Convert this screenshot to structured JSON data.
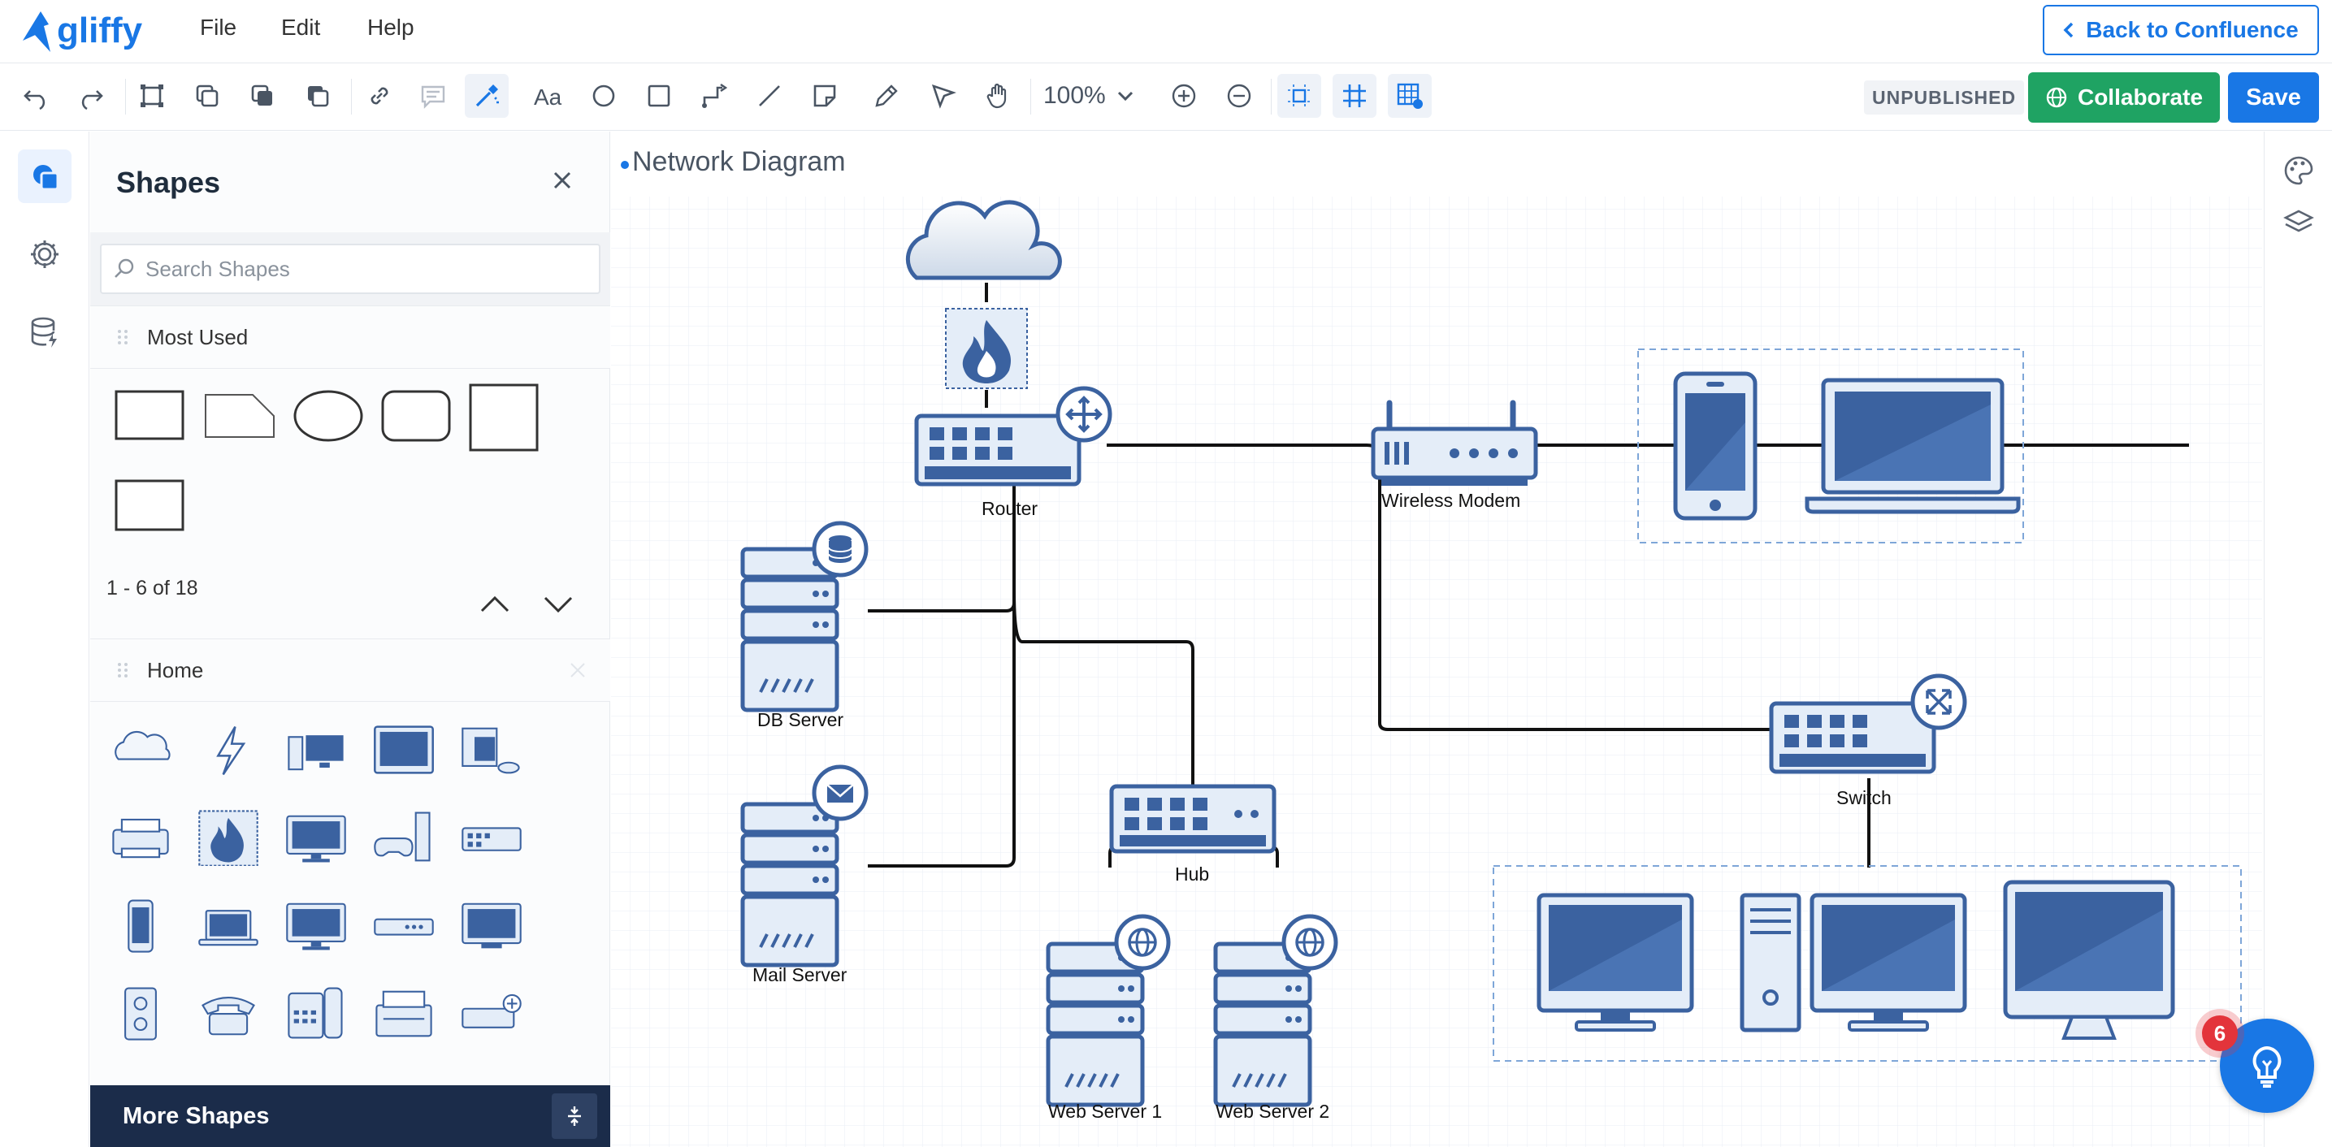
{
  "app": {
    "name": "gliffy"
  },
  "menu": {
    "file": "File",
    "edit": "Edit",
    "help": "Help",
    "back_label": "Back to Confluence"
  },
  "toolbar": {
    "zoom": "100%",
    "status": "UNPUBLISHED",
    "collaborate": "Collaborate",
    "save": "Save"
  },
  "panel": {
    "title": "Shapes",
    "search_placeholder": "Search Shapes",
    "sections": [
      {
        "label": "Most Used"
      },
      {
        "label": "Home"
      }
    ],
    "pager": "1 - 6 of 18",
    "more_shapes": "More Shapes"
  },
  "document": {
    "title": "Network Diagram"
  },
  "diagram": {
    "labels": {
      "router": "Router",
      "wireless_modem": "Wireless Modem",
      "db_server": "DB Server",
      "mail_server": "Mail Server",
      "hub": "Hub",
      "switch": "Switch",
      "web_server_1": "Web Server 1",
      "web_server_2": "Web Server 2"
    }
  },
  "notifications": {
    "count": "6"
  },
  "colors": {
    "accent": "#1977e5",
    "collab_green": "#1fa363",
    "navy": "#1b2c4a",
    "shape_blue": "#3b62a0",
    "shape_fill": "#e4edf8",
    "badge_red": "#e3343b"
  }
}
